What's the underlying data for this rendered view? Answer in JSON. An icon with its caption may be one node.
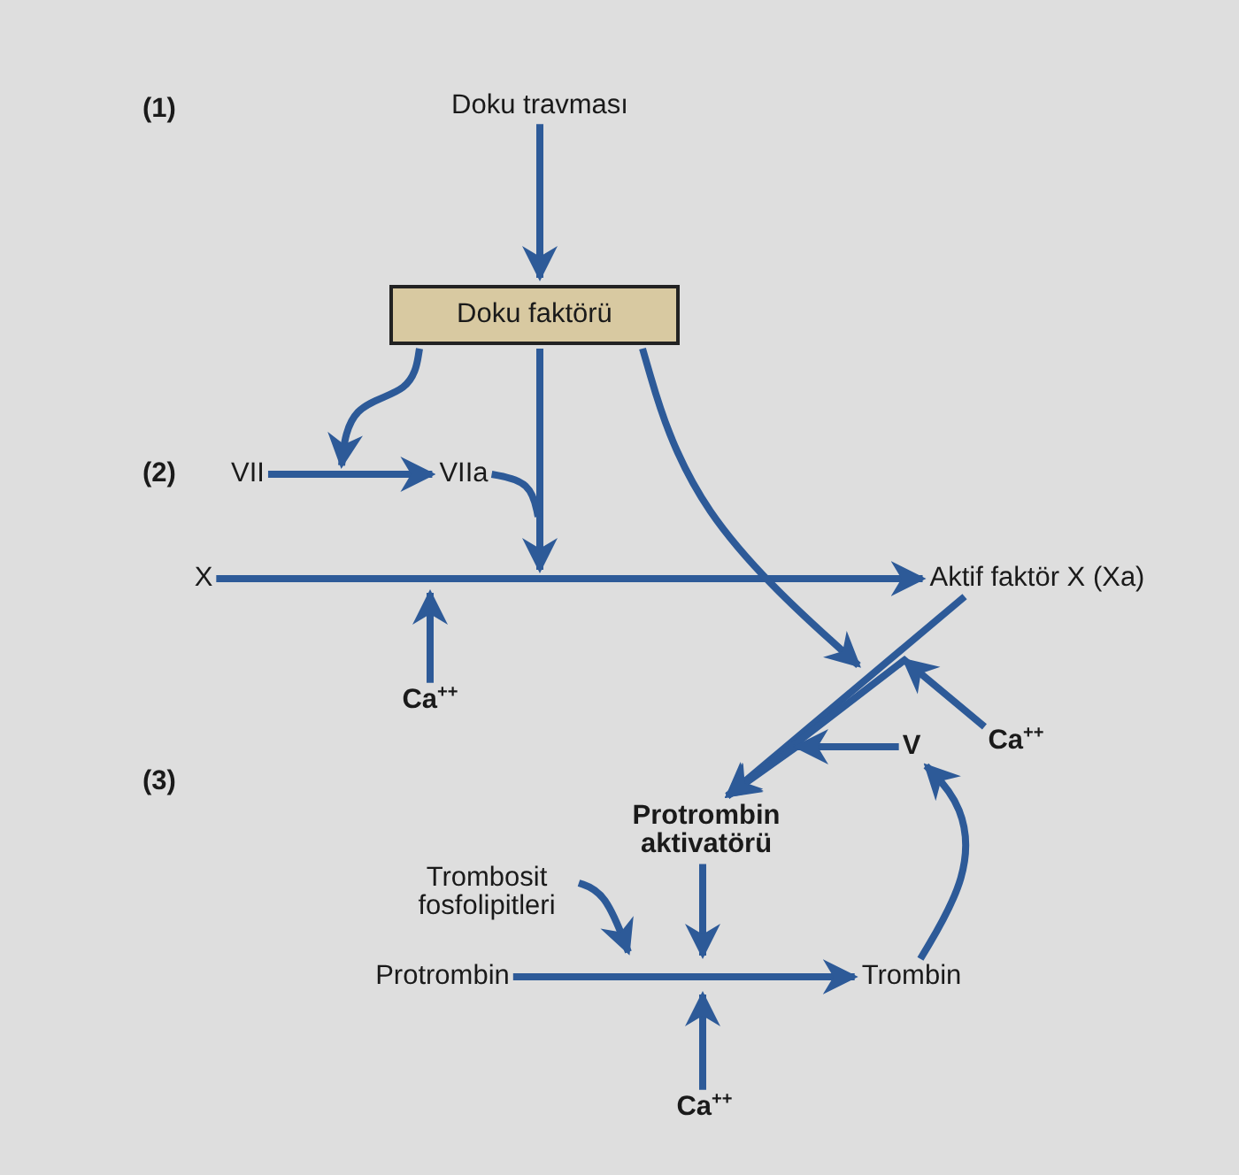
{
  "diagram": {
    "nodes": [
      {
        "text": [
          "Doku travması"
        ]
      },
      {
        "text": [
          "Doku faktörü"
        ]
      },
      {
        "text": [
          "VII"
        ]
      },
      {
        "text": [
          "VIIa"
        ]
      },
      {
        "text": [
          "X"
        ]
      },
      {
        "text": [
          "Aktif faktör X (Xa)"
        ]
      },
      {
        "text": [
          "Ca$^{++}$"
        ]
      },
      {
        "text": [
          "V"
        ]
      },
      {
        "text": [
          "Ca$^{++}$"
        ]
      },
      {
        "text": [
          "Protrombin aktivatörü"
        ]
      },
      {
        "text": [
          "Trombosit fosfolipitleri"
        ]
      },
      {
        "text": [
          "Protrombin"
        ]
      },
      {
        "text": [
          "Trombin"
        ]
      },
      {
        "text": [
          "Ca$^{++}$"
        ]
      }
    ],
    "edges": [
      {
        "from": 0,
        "to": 1,
        "arrow": "to"
      },
      {
        "from": 1,
        "to": null,
        "arrow": "to"
      },
      {
        "from": 2,
        "to": 3,
        "arrow": "to"
      },
      {
        "from": 1,
        "to": null,
        "arrow": "to"
      },
      {
        "from": 3,
        "to": null,
        "arrow": "none"
      },
      {
        "from": 4,
        "to": 5,
        "arrow": "to"
      },
      {
        "from": 6,
        "to": null,
        "arrow": "to"
      },
      {
        "from": 1,
        "to": null,
        "arrow": "to"
      },
      {
        "from": 5,
        "to": 9,
        "arrow": "to"
      },
      {
        "from": 8,
        "to": 9,
        "arrow": "to"
      },
      {
        "from": 7,
        "to": 9,
        "arrow": "to"
      },
      {
        "from": 12,
        "to": 7,
        "arrow": "to"
      },
      {
        "from": 10,
        "to": null,
        "arrow": "to"
      },
      {
        "from": 9,
        "to": null,
        "arrow": "to"
      },
      {
        "from": 11,
        "to": 12,
        "arrow": "to"
      },
      {
        "from": 13,
        "to": null,
        "arrow": "to"
      }
    ],
    "labels": [
      "(1)",
      "(2)",
      "(3)"
    ]
  }
}
